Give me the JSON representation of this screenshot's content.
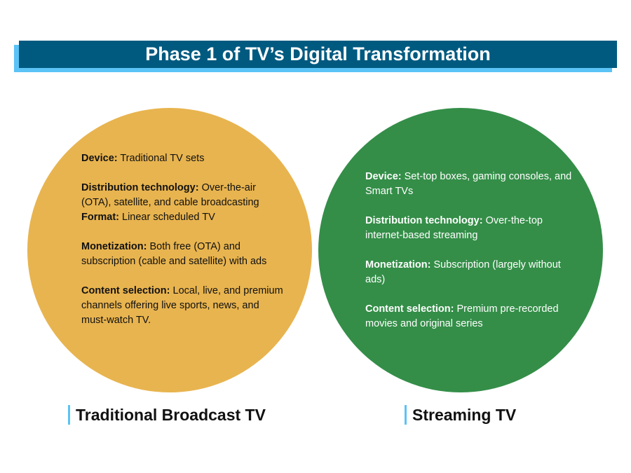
{
  "title": "Phase 1 of TV’s Digital Transformation",
  "colors": {
    "title_bg": "#005a80",
    "title_shadow": "#5bc3f5",
    "traditional": "#e8b44f",
    "streaming": "#348e48"
  },
  "traditional": {
    "label": "Traditional Broadcast TV",
    "items": [
      {
        "k": "Device:",
        "v": " Traditional TV sets"
      },
      {
        "k": "Distribution technology:",
        "v": " Over-the-air (OTA), satellite, and cable broadcasting"
      },
      {
        "k": "Format:",
        "v": " Linear scheduled TV"
      },
      {
        "k": "Monetization:",
        "v": " Both free (OTA) and subscription (cable and satellite) with ads"
      },
      {
        "k": "Content selection:",
        "v": " Local, live, and premium channels offering live sports, news, and must-watch TV."
      }
    ]
  },
  "streaming": {
    "label": "Streaming TV",
    "items": [
      {
        "k": "Device:",
        "v": " Set-top boxes, gaming consoles, and Smart TVs"
      },
      {
        "k": "Distribution technology:",
        "v": " Over-the-top internet-based streaming"
      },
      {
        "k": "Monetization:",
        "v": " Subscription (largely without ads)"
      },
      {
        "k": "Content selection:",
        "v": " Premium pre-recorded movies and original series"
      }
    ]
  }
}
